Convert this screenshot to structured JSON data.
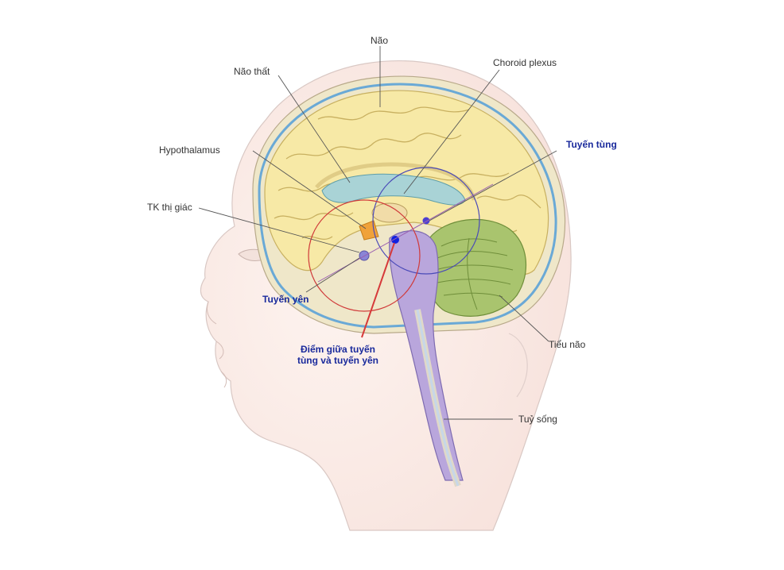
{
  "labels": {
    "nao": "Não",
    "nao_that": "Não thất",
    "choroid": "Choroid plexus",
    "tuyen_tung": "Tuyến tùng",
    "hypothalamus": "Hypothalamus",
    "tk_thi_giac": "TK thị giác",
    "tuyen_yen": "Tuyến yên",
    "diem_giua_1": "Điểm giữa  tuyến",
    "diem_giua_2": "tùng và  tuyến yên",
    "tieu_nao": "Tiểu não",
    "tuy_song": "Tuỷ sống"
  },
  "colors": {
    "cerebrum": "#f7e9a6",
    "ventricle": "#a9d3d6",
    "brainstem": "#b9a6dc",
    "cerebellum": "#a9c46e",
    "skin": "#fbeee9",
    "csf_line": "#6aa9d6",
    "accent_blue": "#1a2a9c",
    "accent_red": "#d63a3a"
  }
}
